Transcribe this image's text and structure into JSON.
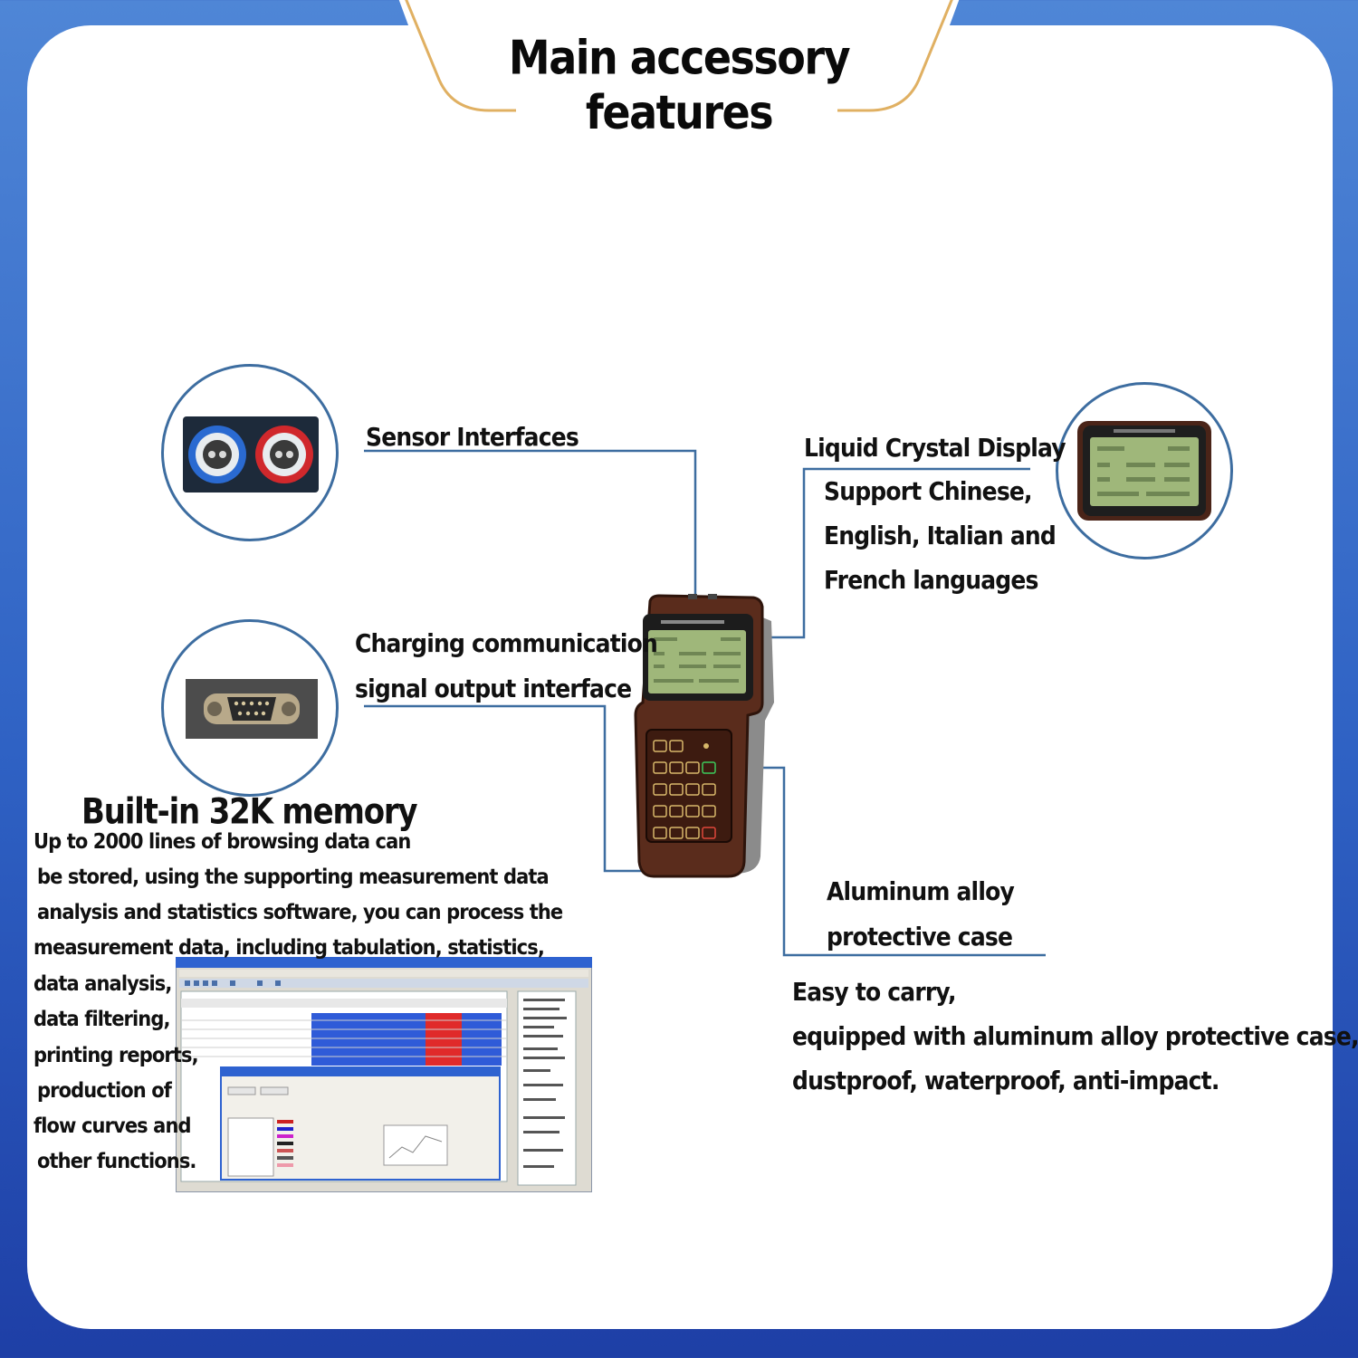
{
  "title": "Main accessory features",
  "colors": {
    "background_blue": "#2f62c4",
    "panel": "#ffffff",
    "connector_line": "#3d6da0",
    "title_accent": "#e0b062",
    "device_body": "#5a2c1c",
    "lcd_green": "#9fb77a"
  },
  "callouts": {
    "sensor": {
      "label": "Sensor Interfaces"
    },
    "charging": {
      "line1": "Charging communication",
      "line2": "signal output interface"
    },
    "lcd": {
      "label": "Liquid Crystal Display",
      "desc": [
        "Support Chinese,",
        "English, Italian and",
        "French languages"
      ]
    },
    "aluminum": {
      "line1": "Aluminum alloy",
      "line2": "protective case",
      "desc": [
        "Easy to carry,",
        "equipped with aluminum alloy protective case,",
        "dustproof, waterproof, anti-impact."
      ]
    },
    "memory": {
      "title": "Built-in 32K memory",
      "lines": [
        "Up to 2000 lines of browsing data can",
        "be stored, using the supporting measurement data",
        "analysis and statistics software, you can process the",
        "measurement data, including tabulation, statistics,",
        "data analysis,",
        "data filtering,",
        "printing reports,",
        "production of",
        "flow curves and",
        "other functions."
      ]
    }
  },
  "icons": {
    "sensor_ports": "sensor-ports-icon",
    "serial_port": "serial-port-icon",
    "lcd_screen": "lcd-screen-icon",
    "device": "ultrasonic-flowmeter-icon",
    "software": "software-screenshot-icon"
  }
}
